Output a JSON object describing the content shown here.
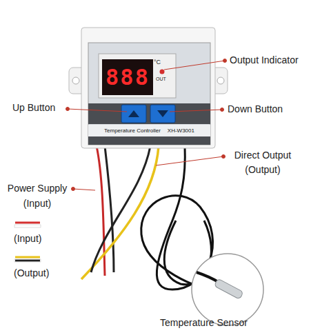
{
  "diagram": {
    "nodes": [
      {
        "text": [
          "888"
        ]
      },
      {
        "text": [
          "Temperature Controller",
          "XH-W3001"
        ]
      }
    ],
    "labels": [
      "°C",
      "OUT",
      "Output Indicator",
      "Up Button",
      "Down Button",
      "Direct Output (Output)",
      "Power Supply (Input)",
      "Temperature Sensor"
    ],
    "legend": [
      {
        "text": "(Input)"
      },
      {
        "text": "(Output)"
      }
    ]
  }
}
